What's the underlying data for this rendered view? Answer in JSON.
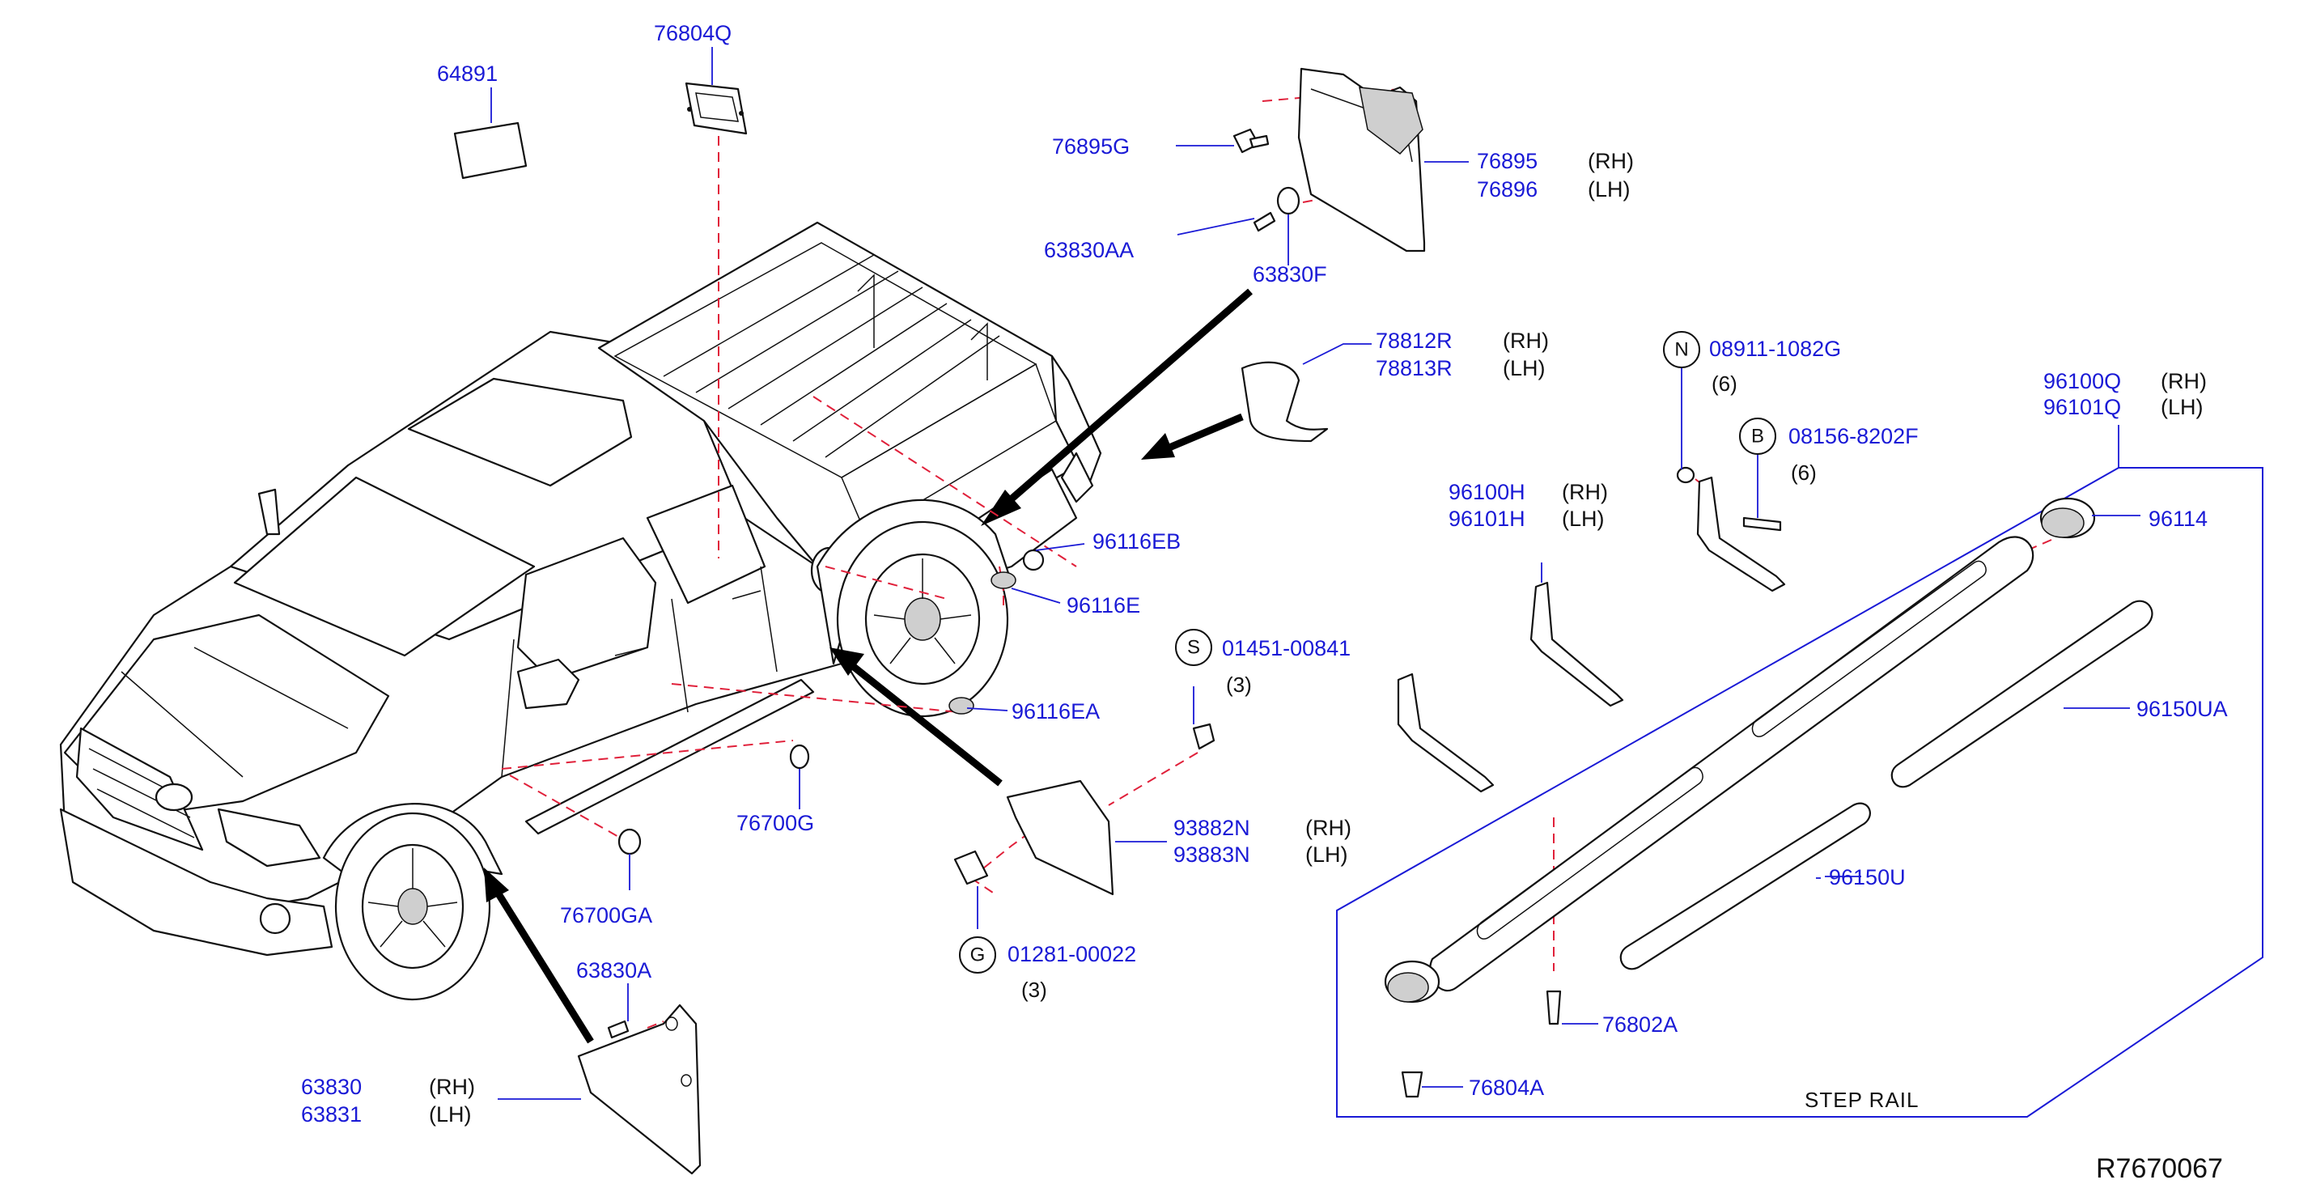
{
  "diagram": {
    "reference_code": "R7670067",
    "step_rail_title": "STEP   RAIL",
    "parts": [
      {
        "id": "p64891",
        "number": "64891"
      },
      {
        "id": "p76804Q",
        "number": "76804Q"
      },
      {
        "id": "p76895G",
        "number": "76895G"
      },
      {
        "id": "p76895",
        "number": "76895",
        "side": "(RH)"
      },
      {
        "id": "p76896",
        "number": "76896",
        "side": "(LH)"
      },
      {
        "id": "p63830AA",
        "number": "63830AA"
      },
      {
        "id": "p63830F",
        "number": "63830F"
      },
      {
        "id": "p78812R",
        "number": "78812R",
        "side": "(RH)"
      },
      {
        "id": "p78813R",
        "number": "78813R",
        "side": "(LH)"
      },
      {
        "id": "p08911",
        "number": "08911-1082G",
        "badge": "N",
        "qty": "(6)"
      },
      {
        "id": "p08156",
        "number": "08156-8202F",
        "badge": "B",
        "qty": "(6)"
      },
      {
        "id": "p96100Q",
        "number": "96100Q",
        "side": "(RH)"
      },
      {
        "id": "p96101Q",
        "number": "96101Q",
        "side": "(LH)"
      },
      {
        "id": "p96100H",
        "number": "96100H",
        "side": "(RH)"
      },
      {
        "id": "p96101H",
        "number": "96101H",
        "side": "(LH)"
      },
      {
        "id": "p96114",
        "number": "96114"
      },
      {
        "id": "p96116EB",
        "number": "96116EB"
      },
      {
        "id": "p96116E",
        "number": "96116E"
      },
      {
        "id": "p01451",
        "number": "01451-00841",
        "badge": "S",
        "qty": "(3)"
      },
      {
        "id": "p96116EA",
        "number": "96116EA"
      },
      {
        "id": "p96150UA",
        "number": "96150UA"
      },
      {
        "id": "p76700G",
        "number": "76700G"
      },
      {
        "id": "p93882N",
        "number": "93882N",
        "side": "(RH)"
      },
      {
        "id": "p93883N",
        "number": "93883N",
        "side": "(LH)"
      },
      {
        "id": "p76700GA",
        "number": "76700GA"
      },
      {
        "id": "p96150U",
        "number": "96150U"
      },
      {
        "id": "p01281",
        "number": "01281-00022",
        "badge": "G",
        "qty": "(3)"
      },
      {
        "id": "p63830A",
        "number": "63830A"
      },
      {
        "id": "p76802A",
        "number": "76802A"
      },
      {
        "id": "p63830",
        "number": "63830",
        "side": "(RH)"
      },
      {
        "id": "p63831",
        "number": "63831",
        "side": "(LH)"
      },
      {
        "id": "p76804A",
        "number": "76804A"
      }
    ]
  }
}
